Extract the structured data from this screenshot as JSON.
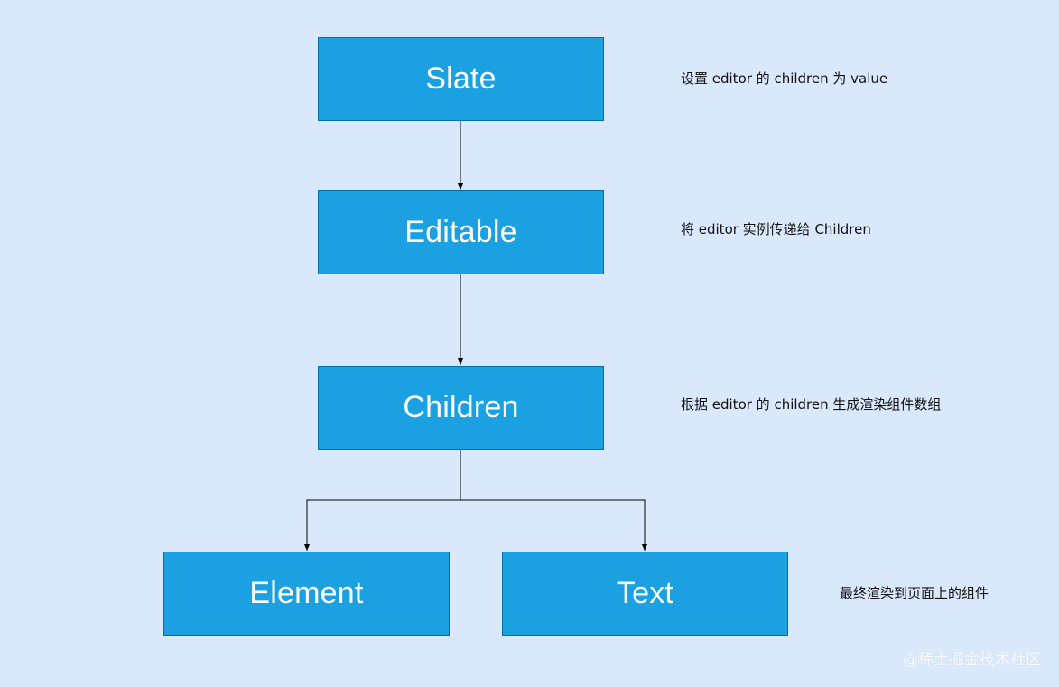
{
  "diagram": {
    "nodes": {
      "slate": "Slate",
      "editable": "Editable",
      "children": "Children",
      "element": "Element",
      "text": "Text"
    },
    "notes": {
      "slate": "设置 editor 的 children 为  value",
      "editable": "将 editor 实例传递给 Children",
      "children": "根据 editor 的 children 生成渲染组件数组",
      "leaves": "最终渲染到页面上的组件"
    },
    "edges": [
      {
        "from": "slate",
        "to": "editable"
      },
      {
        "from": "editable",
        "to": "children"
      },
      {
        "from": "children",
        "to": "element"
      },
      {
        "from": "children",
        "to": "text"
      }
    ]
  },
  "watermark": "@稀土掘金技术社区",
  "colors": {
    "background": "#dae8fc",
    "node_fill": "#1ba1e2",
    "node_stroke": "#006eaf",
    "node_text": "#ffffff",
    "edge": "#000000"
  }
}
